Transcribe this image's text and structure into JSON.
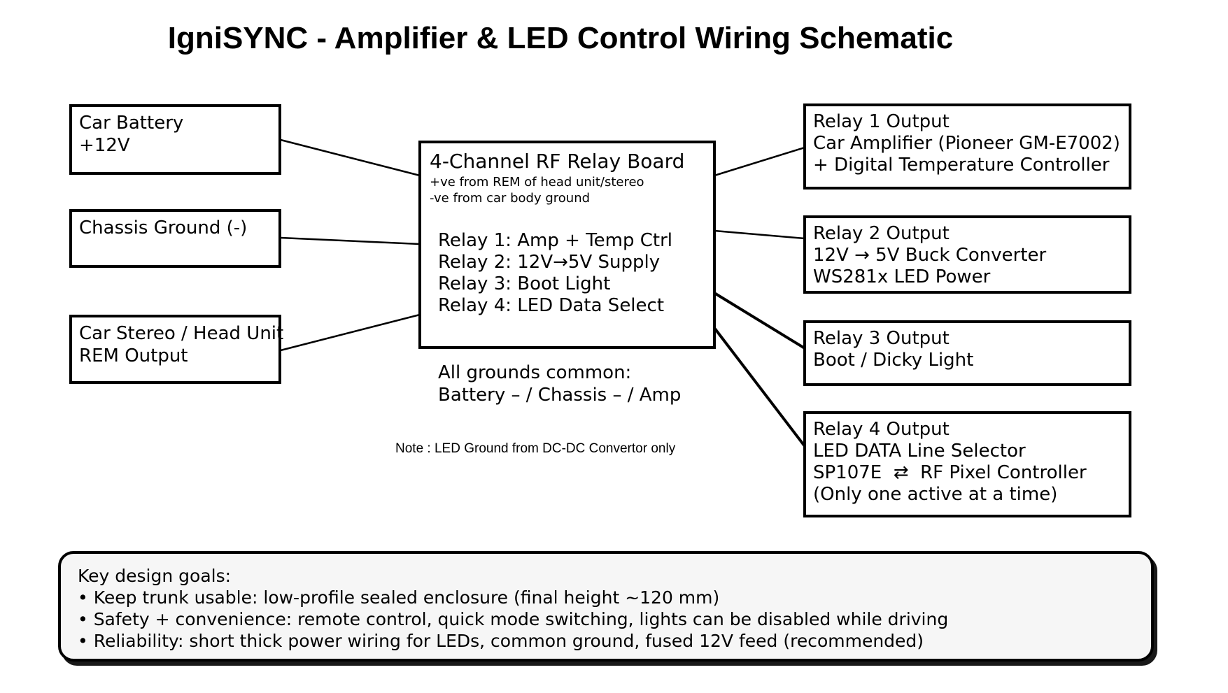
{
  "title": "IgniSYNC - Amplifier & LED Control Wiring Schematic",
  "sources": [
    {
      "id": "car-battery",
      "lines": [
        "Car Battery",
        "+12V"
      ]
    },
    {
      "id": "chassis-ground",
      "lines": [
        "Chassis Ground (-)"
      ]
    },
    {
      "id": "car-stereo",
      "lines": [
        "Car Stereo / Head Unit",
        "REM Output"
      ]
    }
  ],
  "relay_board": {
    "title": "4-Channel RF Relay Board",
    "notes": [
      "+ve from REM of head unit/stereo",
      "-ve from car body ground"
    ],
    "channels": [
      "Relay 1: Amp + Temp Ctrl",
      "Relay 2: 12V→5V Supply",
      "Relay 3: Boot Light",
      "Relay 4: LED Data Select"
    ]
  },
  "outputs": [
    {
      "id": "relay-1-output",
      "lines": [
        "Relay 1 Output",
        "Car Amplifier (Pioneer GM-E7002)",
        "+ Digital Temperature Controller"
      ]
    },
    {
      "id": "relay-2-output",
      "lines": [
        "Relay 2 Output",
        "12V → 5V Buck Converter",
        "WS281x LED Power"
      ]
    },
    {
      "id": "relay-3-output",
      "lines": [
        "Relay 3 Output",
        "Boot / Dicky Light"
      ]
    },
    {
      "id": "relay-4-output",
      "lines": [
        "Relay 4 Output",
        "LED DATA Line Selector",
        "SP107E  ⇄  RF Pixel Controller",
        "(Only one active at a time)"
      ]
    }
  ],
  "grounds": {
    "lines": [
      "All grounds common:",
      "Battery – / Chassis – / Amp"
    ]
  },
  "footnote": "Note : LED Ground from DC-DC Convertor only",
  "goals": {
    "title": "Key design goals:",
    "bullets": [
      "• Keep trunk usable: low-profile sealed enclosure (final height ~120 mm)",
      "• Safety + convenience: remote control, quick mode switching, lights can be disabled while driving",
      "• Reliability: short thick power wiring for LEDs, common ground, fused 12V feed (recommended)"
    ]
  },
  "colors": {
    "ink": "#000000",
    "background": "#ffffff",
    "panel_fill": "#f6f6f6"
  }
}
